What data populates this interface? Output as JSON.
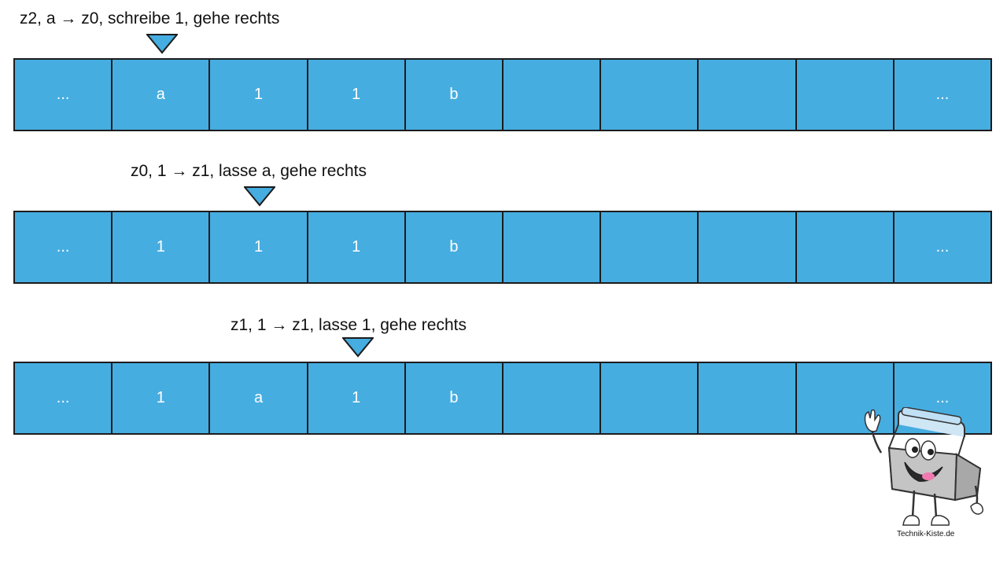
{
  "steps": [
    {
      "label": "z2, a → z0, schreibe 1, gehe rechts",
      "cells": [
        "...",
        "a",
        "1",
        "1",
        "b",
        "",
        "",
        "",
        "",
        "..."
      ]
    },
    {
      "label": "z0, 1 → z1, lasse a, gehe rechts",
      "cells": [
        "...",
        "1",
        "1",
        "1",
        "b",
        "",
        "",
        "",
        "",
        "..."
      ]
    },
    {
      "label": "z1, 1 → z1, lasse 1, gehe rechts",
      "cells": [
        "...",
        "1",
        "a",
        "1",
        "b",
        "",
        "",
        "",
        "",
        "..."
      ]
    }
  ],
  "mascot": {
    "caption": "Technik-Kiste.de"
  },
  "colors": {
    "cell_fill": "#46ade0",
    "border": "#1c1c1c",
    "cell_text": "#ffffff"
  }
}
